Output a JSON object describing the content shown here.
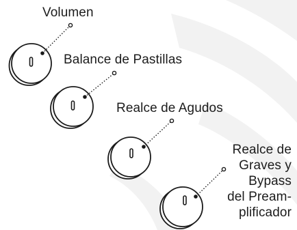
{
  "diagram": {
    "controls": [
      {
        "id": "volume",
        "label": "Volumen"
      },
      {
        "id": "pickup-balance",
        "label": "Balance de Pastillas"
      },
      {
        "id": "treble-boost",
        "label": "Realce de Agudos"
      },
      {
        "id": "bass-boost",
        "label_lines": [
          "Realce de",
          "Graves y",
          "Bypass",
          "del Pream-",
          "plificador"
        ]
      }
    ]
  }
}
